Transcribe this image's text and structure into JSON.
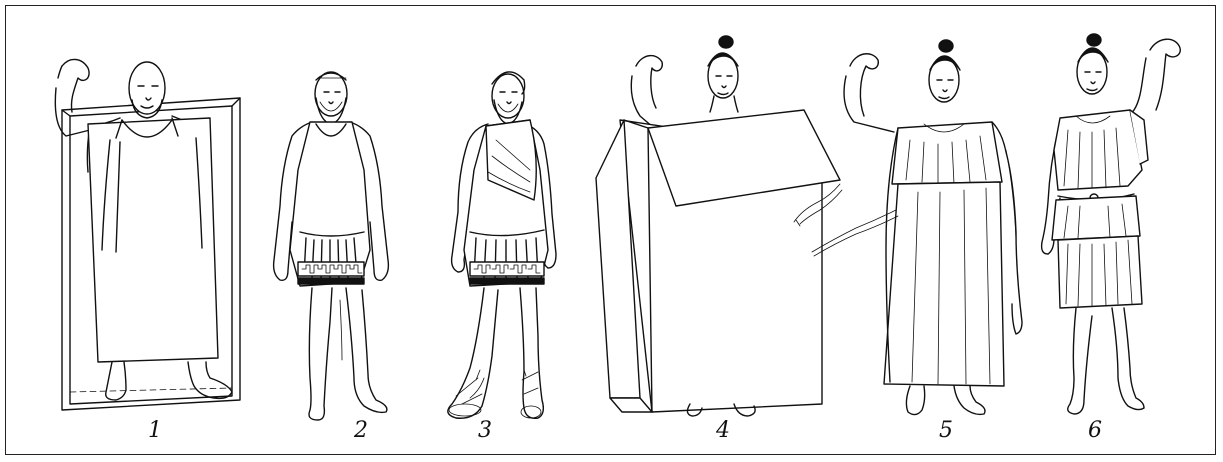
{
  "figures": [
    {
      "label": "1"
    },
    {
      "label": "2"
    },
    {
      "label": "3"
    },
    {
      "label": "4"
    },
    {
      "label": "5"
    },
    {
      "label": "6"
    }
  ],
  "colors": {
    "ink": "#111111",
    "paper": "#ffffff",
    "border": "#222222"
  }
}
